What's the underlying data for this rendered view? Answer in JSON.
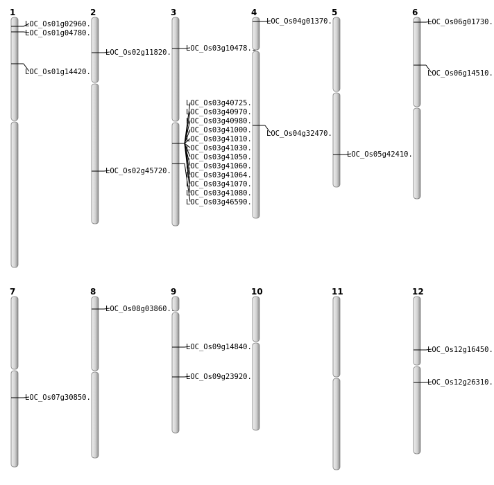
{
  "chromosomes": [
    {
      "number": "1",
      "genes": [
        "LOC_Os01g02960.1",
        "LOC_Os01g04780.1",
        "LOC_Os01g14420.1"
      ]
    },
    {
      "number": "2",
      "genes": [
        "LOC_Os02g11820.1",
        "LOC_Os02g45720.1"
      ]
    },
    {
      "number": "3",
      "genes": [
        "LOC_Os03g10478.1",
        "LOC_Os03g40725.1",
        "LOC_Os03g40970.1",
        "LOC_Os03g40980.1",
        "LOC_Os03g41000.1",
        "LOC_Os03g41010.1",
        "LOC_Os03g41030.1",
        "LOC_Os03g41050.1",
        "LOC_Os03g41060.1",
        "LOC_Os03g41064.1",
        "LOC_Os03g41070.1",
        "LOC_Os03g41080.1",
        "LOC_Os03g46590.1"
      ]
    },
    {
      "number": "4",
      "genes": [
        "LOC_Os04g01370.1",
        "LOC_Os04g32470.1"
      ]
    },
    {
      "number": "5",
      "genes": [
        "LOC_Os05g42410.1"
      ]
    },
    {
      "number": "6",
      "genes": [
        "LOC_Os06g01730.1",
        "LOC_Os06g14510.1"
      ]
    },
    {
      "number": "7",
      "genes": [
        "LOC_Os07g30850.1"
      ]
    },
    {
      "number": "8",
      "genes": [
        "LOC_Os08g03860.1"
      ]
    },
    {
      "number": "9",
      "genes": [
        "LOC_Os09g14840.1",
        "LOC_Os09g23920.1"
      ]
    },
    {
      "number": "10",
      "genes": []
    },
    {
      "number": "11",
      "genes": []
    },
    {
      "number": "12",
      "genes": [
        "LOC_Os12g16450.1",
        "LOC_Os12g26310.1"
      ]
    }
  ]
}
